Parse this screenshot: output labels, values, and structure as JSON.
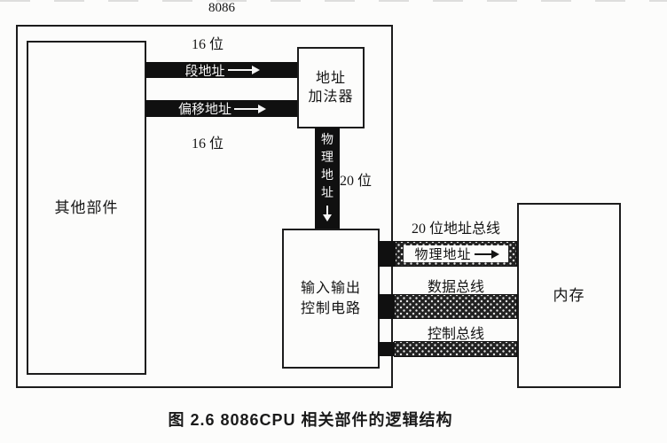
{
  "figure": {
    "chip_label": "8086",
    "other_components": "其他部件",
    "bit16_top": "16 位",
    "bit16_bottom": "16 位",
    "segment_address": "段地址",
    "offset_address": "偏移地址",
    "address_adder_line1": "地址",
    "address_adder_line2": "加法器",
    "physical_address_vertical": "物理地址",
    "bit20": "20 位",
    "io_control_line1": "输入输出",
    "io_control_line2": "控制电路",
    "address_bus_label": "20 位地址总线",
    "physical_address_bus": "物理地址",
    "data_bus_label": "数据总线",
    "control_bus_label": "控制总线",
    "memory": "内存",
    "caption": "图 2.6  8086CPU 相关部件的逻辑结构"
  },
  "colors": {
    "ink": "#1c1c1c",
    "bar_fill": "#101010",
    "paper": "#fcfcfb"
  }
}
